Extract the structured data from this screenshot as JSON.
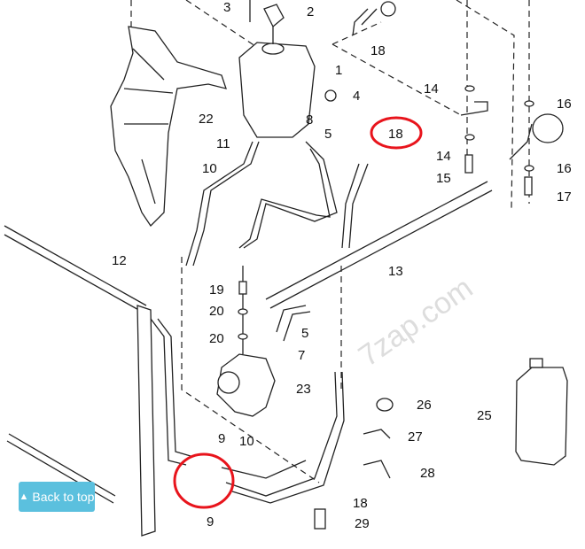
{
  "diagram": {
    "watermark": "7zap.com",
    "callouts": [
      "3",
      "2",
      "18",
      "1",
      "4",
      "14",
      "16",
      "22",
      "8",
      "5",
      "18",
      "11",
      "14",
      "15",
      "16",
      "10",
      "17",
      "12",
      "13",
      "19",
      "20",
      "5",
      "20",
      "7",
      "23",
      "26",
      "25",
      "27",
      "9",
      "10",
      "28",
      "18",
      "9",
      "29"
    ],
    "highlight_color": "#e8141c"
  },
  "back_to_top": {
    "label": "Back to top",
    "icon": "chevron-up-icon",
    "color": "#5bc0de"
  }
}
